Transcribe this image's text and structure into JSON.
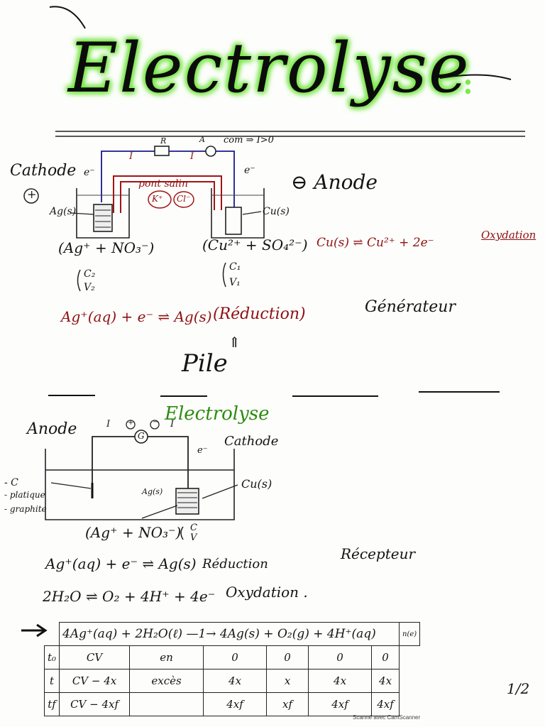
{
  "title": "Electrolyse",
  "pile": {
    "resistor_label": "R",
    "ammeter_label": "A",
    "current_label_1": "I",
    "current_label_2": "I",
    "com_label": "com ⇒ I>0",
    "cathode_label": "Cathode",
    "cathode_sign": "+",
    "anode_label": "⊖ Anode",
    "electron_left": "e⁻",
    "electron_right": "e⁻",
    "pont_salin_label": "pont salin",
    "k_ion": "K⁺",
    "cl_ion": "Cl⁻",
    "ag_label": "Ag(s)",
    "cu_label": "Cu(s)",
    "left_solution": "(Ag⁺ + NO₃⁻)",
    "right_solution": "(Cu²⁺ + SO₄²⁻)",
    "oxidation_eq": "Cu(s) ⇌ Cu²⁺ + 2e⁻",
    "oxidation_word": "Oxydation",
    "left_conc": "C₂",
    "left_vol": "V₂",
    "right_conc": "C₁",
    "right_vol": "V₁",
    "reduction_eq": "Ag⁺(aq) + e⁻ ⇌ Ag(s)",
    "reduction_word": "(Réduction)",
    "role": "Générateur",
    "arrow": "⇑",
    "name": "Pile"
  },
  "electrolyse": {
    "heading": "Electrolyse",
    "anode_label": "Anode",
    "cathode_label": "Cathode",
    "current_label_1": "I",
    "current_label_2": "I",
    "generator_plus": "+",
    "generator_minus": "−",
    "generator_symbol": "G",
    "electron_label": "e⁻",
    "electrode_materials": [
      "- C",
      "- platique",
      "- graphite"
    ],
    "ag_label": "Ag(s)",
    "cu_label": "Cu(s)",
    "solution": "(Ag⁺ + NO₃⁻)",
    "conc": "C",
    "vol": "V",
    "role": "Récepteur",
    "reduction_eq": "Ag⁺(aq) + e⁻ ⇌ Ag(s)",
    "reduction_word": "Réduction",
    "oxidation_eq": "2H₂O ⇌ O₂ + 4H⁺ + 4e⁻",
    "oxidation_word": "Oxydation ."
  },
  "table": {
    "equation": "4Ag⁺(aq) + 2H₂O(ℓ) —1→ 4Ag(s) + O₂(g) + 4H⁺(aq)",
    "equation_extra": "n(e)",
    "rows": [
      {
        "t": "t₀",
        "c1": "CV",
        "c2": "en",
        "c3": "0",
        "c4": "0",
        "c5": "0",
        "c6": "0"
      },
      {
        "t": "t",
        "c1": "CV − 4x",
        "c2": "excès",
        "c3": "4x",
        "c4": "x",
        "c5": "4x",
        "c6": "4x"
      },
      {
        "t": "tf",
        "c1": "CV − 4xf",
        "c2": "",
        "c3": "4xf",
        "c4": "xf",
        "c5": "4xf",
        "c6": "4xf"
      }
    ]
  },
  "page_number": "1/2",
  "footer": "Scanné avec CamScanner"
}
